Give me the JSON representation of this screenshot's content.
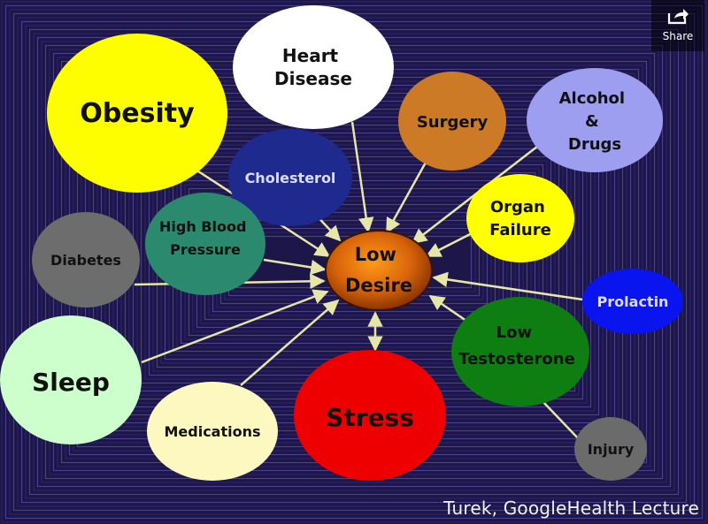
{
  "share": {
    "label": "Share",
    "icon": "share-icon"
  },
  "credit": "Turek, GoogleHealth Lecture",
  "center": {
    "line1": "Low",
    "line2": "Desire"
  },
  "nodes": {
    "obesity": {
      "label": "Obesity",
      "color": "#fefe00"
    },
    "heart_disease": {
      "line1": "Heart",
      "line2": "Disease",
      "color": "#ffffff"
    },
    "surgery": {
      "label": "Surgery",
      "color": "#cc7a25"
    },
    "alcohol": {
      "line1": "Alcohol",
      "line2": "&",
      "line3": "Drugs",
      "color": "#9d9ef0"
    },
    "cholesterol": {
      "label": "Cholesterol",
      "color": "#1f2a8f"
    },
    "organ_failure": {
      "line1": "Organ",
      "line2": "Failure",
      "color": "#ffff00"
    },
    "high_bp": {
      "line1": "High Blood",
      "line2": "Pressure",
      "color": "#2b8a6e"
    },
    "diabetes": {
      "label": "Diabetes",
      "color": "#6d6d6d"
    },
    "prolactin": {
      "label": "Prolactin",
      "color": "#0a14ee"
    },
    "low_testosterone": {
      "line1": "Low",
      "line2": "Testosterone",
      "color": "#0e7e12"
    },
    "sleep": {
      "label": "Sleep",
      "color": "#ccffcc"
    },
    "medications": {
      "label": "Medications",
      "color": "#fdf7c0"
    },
    "stress": {
      "label": "Stress",
      "color": "#ee0000"
    },
    "injury": {
      "label": "Injury",
      "color": "#6b6b6b"
    }
  }
}
